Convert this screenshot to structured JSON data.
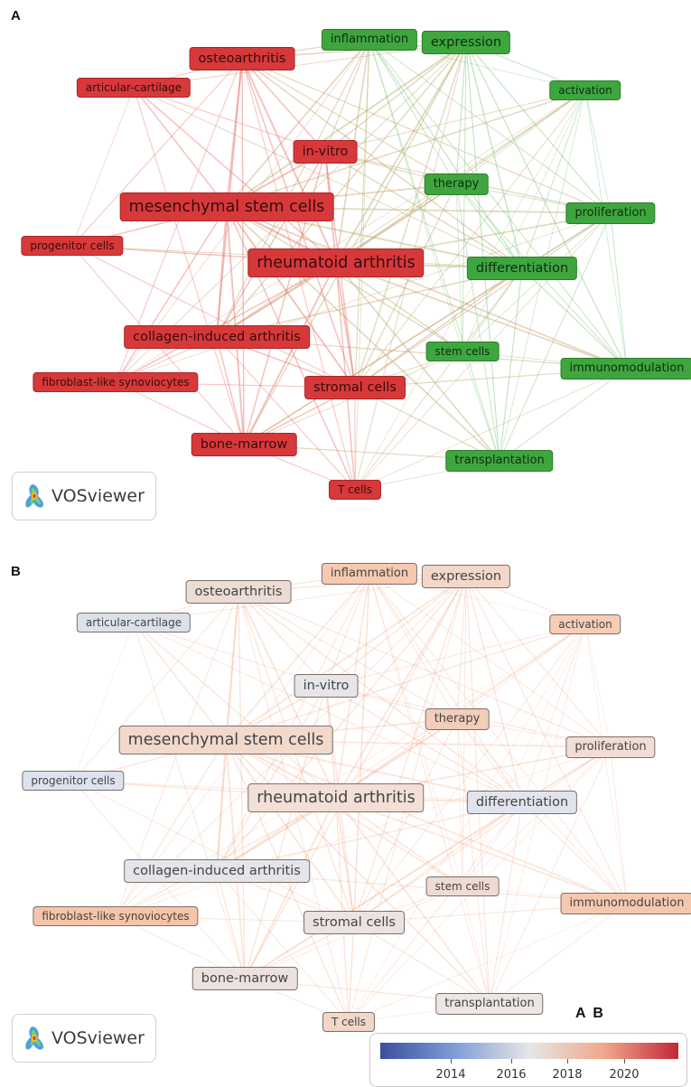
{
  "panel_a": {
    "label": "A"
  },
  "panel_b": {
    "label": "B"
  },
  "brand": {
    "name": "VOSviewer",
    "icon": "vosviewer-logo-icon"
  },
  "legend": {
    "ticks": [
      "2014",
      "2016",
      "2018",
      "2020"
    ],
    "corner_label": "A B"
  },
  "colors": {
    "cluster_red": "#d7393b",
    "cluster_green": "#3fa63f",
    "edge_red": "#e8706a",
    "edge_green": "#7fc47a",
    "overlay_orange": "#f2a482",
    "overlay_neutral": "#e4e4e4",
    "overlay_blue": "#c7cfe4"
  },
  "nodes": [
    {
      "id": "inflammation",
      "label": "inflammation",
      "cluster": "green",
      "weight": 2,
      "overlay": "#f6c9b1"
    },
    {
      "id": "expression",
      "label": "expression",
      "cluster": "green",
      "weight": 3,
      "overlay": "#f3d8ca"
    },
    {
      "id": "osteoarthritis",
      "label": "osteoarthritis",
      "cluster": "red",
      "weight": 3,
      "overlay": "#ecdcd6"
    },
    {
      "id": "articular-cartilage",
      "label": "articular-cartilage",
      "cluster": "red",
      "weight": 1,
      "overlay": "#dde1ea"
    },
    {
      "id": "activation",
      "label": "activation",
      "cluster": "green",
      "weight": 1,
      "overlay": "#f7cdb5"
    },
    {
      "id": "in-vitro",
      "label": "in-vitro",
      "cluster": "red",
      "weight": 3,
      "overlay": "#e6e6e9"
    },
    {
      "id": "therapy",
      "label": "therapy",
      "cluster": "green",
      "weight": 2,
      "overlay": "#f2cdb9"
    },
    {
      "id": "mesenchymal-stem-cells",
      "label": "mesenchymal stem cells",
      "cluster": "red",
      "weight": 5,
      "overlay": "#f3d9cc"
    },
    {
      "id": "proliferation",
      "label": "proliferation",
      "cluster": "green",
      "weight": 2,
      "overlay": "#f1ddd3"
    },
    {
      "id": "progenitor-cells",
      "label": "progenitor cells",
      "cluster": "red",
      "weight": 1,
      "overlay": "#dde3ee"
    },
    {
      "id": "rheumatoid-arthritis",
      "label": "rheumatoid arthritis",
      "cluster": "red",
      "weight": 5,
      "overlay": "#f2e0d8"
    },
    {
      "id": "differentiation",
      "label": "differentiation",
      "cluster": "green",
      "weight": 3,
      "overlay": "#e1e4ec"
    },
    {
      "id": "collagen-induced-arthritis",
      "label": "collagen-induced arthritis",
      "cluster": "red",
      "weight": 3,
      "overlay": "#e3e5eb"
    },
    {
      "id": "stem-cells",
      "label": "stem cells",
      "cluster": "green",
      "weight": 1,
      "overlay": "#efdbd2"
    },
    {
      "id": "immunomodulation",
      "label": "immunomodulation",
      "cluster": "green",
      "weight": 2,
      "overlay": "#f5c8ae"
    },
    {
      "id": "fibroblast-like-synoviocytes",
      "label": "fibroblast-like synoviocytes",
      "cluster": "red",
      "weight": 1,
      "overlay": "#f6c4a8"
    },
    {
      "id": "stromal-cells",
      "label": "stromal cells",
      "cluster": "red",
      "weight": 3,
      "overlay": "#ebe3e0"
    },
    {
      "id": "bone-marrow",
      "label": "bone-marrow",
      "cluster": "red",
      "weight": 3,
      "overlay": "#ebe2df"
    },
    {
      "id": "transplantation",
      "label": "transplantation",
      "cluster": "green",
      "weight": 2,
      "overlay": "#ece6e4"
    },
    {
      "id": "t-cells",
      "label": "T cells",
      "cluster": "red",
      "weight": 1,
      "overlay": "#f2d6c8"
    }
  ],
  "edges": [
    [
      "rheumatoid-arthritis",
      "mesenchymal-stem-cells"
    ],
    [
      "rheumatoid-arthritis",
      "osteoarthritis"
    ],
    [
      "rheumatoid-arthritis",
      "in-vitro"
    ],
    [
      "rheumatoid-arthritis",
      "collagen-induced-arthritis"
    ],
    [
      "rheumatoid-arthritis",
      "stromal-cells"
    ],
    [
      "rheumatoid-arthritis",
      "bone-marrow"
    ],
    [
      "rheumatoid-arthritis",
      "t-cells"
    ],
    [
      "rheumatoid-arthritis",
      "expression"
    ],
    [
      "rheumatoid-arthritis",
      "inflammation"
    ],
    [
      "rheumatoid-arthritis",
      "differentiation"
    ],
    [
      "rheumatoid-arthritis",
      "therapy"
    ],
    [
      "rheumatoid-arthritis",
      "proliferation"
    ],
    [
      "rheumatoid-arthritis",
      "activation"
    ],
    [
      "rheumatoid-arthritis",
      "stem-cells"
    ],
    [
      "rheumatoid-arthritis",
      "immunomodulation"
    ],
    [
      "rheumatoid-arthritis",
      "transplantation"
    ],
    [
      "rheumatoid-arthritis",
      "progenitor-cells"
    ],
    [
      "rheumatoid-arthritis",
      "fibroblast-like-synoviocytes"
    ],
    [
      "rheumatoid-arthritis",
      "articular-cartilage"
    ],
    [
      "mesenchymal-stem-cells",
      "osteoarthritis"
    ],
    [
      "mesenchymal-stem-cells",
      "in-vitro"
    ],
    [
      "mesenchymal-stem-cells",
      "collagen-induced-arthritis"
    ],
    [
      "mesenchymal-stem-cells",
      "stromal-cells"
    ],
    [
      "mesenchymal-stem-cells",
      "bone-marrow"
    ],
    [
      "mesenchymal-stem-cells",
      "t-cells"
    ],
    [
      "mesenchymal-stem-cells",
      "expression"
    ],
    [
      "mesenchymal-stem-cells",
      "inflammation"
    ],
    [
      "mesenchymal-stem-cells",
      "differentiation"
    ],
    [
      "mesenchymal-stem-cells",
      "therapy"
    ],
    [
      "mesenchymal-stem-cells",
      "proliferation"
    ],
    [
      "mesenchymal-stem-cells",
      "activation"
    ],
    [
      "mesenchymal-stem-cells",
      "stem-cells"
    ],
    [
      "mesenchymal-stem-cells",
      "immunomodulation"
    ],
    [
      "mesenchymal-stem-cells",
      "transplantation"
    ],
    [
      "mesenchymal-stem-cells",
      "progenitor-cells"
    ],
    [
      "mesenchymal-stem-cells",
      "articular-cartilage"
    ],
    [
      "mesenchymal-stem-cells",
      "fibroblast-like-synoviocytes"
    ],
    [
      "osteoarthritis",
      "in-vitro"
    ],
    [
      "osteoarthritis",
      "articular-cartilage"
    ],
    [
      "osteoarthritis",
      "bone-marrow"
    ],
    [
      "osteoarthritis",
      "stromal-cells"
    ],
    [
      "osteoarthritis",
      "collagen-induced-arthritis"
    ],
    [
      "osteoarthritis",
      "expression"
    ],
    [
      "osteoarthritis",
      "inflammation"
    ],
    [
      "osteoarthritis",
      "differentiation"
    ],
    [
      "osteoarthritis",
      "therapy"
    ],
    [
      "osteoarthritis",
      "progenitor-cells"
    ],
    [
      "osteoarthritis",
      "fibroblast-like-synoviocytes"
    ],
    [
      "osteoarthritis",
      "proliferation"
    ],
    [
      "osteoarthritis",
      "t-cells"
    ],
    [
      "in-vitro",
      "expression"
    ],
    [
      "in-vitro",
      "differentiation"
    ],
    [
      "in-vitro",
      "stromal-cells"
    ],
    [
      "in-vitro",
      "bone-marrow"
    ],
    [
      "in-vitro",
      "proliferation"
    ],
    [
      "in-vitro",
      "collagen-induced-arthritis"
    ],
    [
      "in-vitro",
      "inflammation"
    ],
    [
      "in-vitro",
      "therapy"
    ],
    [
      "in-vitro",
      "activation"
    ],
    [
      "collagen-induced-arthritis",
      "stromal-cells"
    ],
    [
      "collagen-induced-arthritis",
      "bone-marrow"
    ],
    [
      "collagen-induced-arthritis",
      "t-cells"
    ],
    [
      "collagen-induced-arthritis",
      "fibroblast-like-synoviocytes"
    ],
    [
      "collagen-induced-arthritis",
      "expression"
    ],
    [
      "collagen-induced-arthritis",
      "inflammation"
    ],
    [
      "collagen-induced-arthritis",
      "therapy"
    ],
    [
      "collagen-induced-arthritis",
      "differentiation"
    ],
    [
      "collagen-induced-arthritis",
      "activation"
    ],
    [
      "collagen-induced-arthritis",
      "immunomodulation"
    ],
    [
      "stromal-cells",
      "bone-marrow"
    ],
    [
      "stromal-cells",
      "t-cells"
    ],
    [
      "stromal-cells",
      "expression"
    ],
    [
      "stromal-cells",
      "differentiation"
    ],
    [
      "stromal-cells",
      "inflammation"
    ],
    [
      "stromal-cells",
      "proliferation"
    ],
    [
      "stromal-cells",
      "immunomodulation"
    ],
    [
      "stromal-cells",
      "transplantation"
    ],
    [
      "stromal-cells",
      "activation"
    ],
    [
      "stromal-cells",
      "therapy"
    ],
    [
      "stromal-cells",
      "stem-cells"
    ],
    [
      "stromal-cells",
      "fibroblast-like-synoviocytes"
    ],
    [
      "bone-marrow",
      "t-cells"
    ],
    [
      "bone-marrow",
      "transplantation"
    ],
    [
      "bone-marrow",
      "progenitor-cells"
    ],
    [
      "bone-marrow",
      "differentiation"
    ],
    [
      "bone-marrow",
      "expression"
    ],
    [
      "bone-marrow",
      "proliferation"
    ],
    [
      "bone-marrow",
      "stem-cells"
    ],
    [
      "bone-marrow",
      "fibroblast-like-synoviocytes"
    ],
    [
      "bone-marrow",
      "articular-cartilage"
    ],
    [
      "t-cells",
      "expression"
    ],
    [
      "t-cells",
      "activation"
    ],
    [
      "t-cells",
      "proliferation"
    ],
    [
      "t-cells",
      "immunomodulation"
    ],
    [
      "t-cells",
      "transplantation"
    ],
    [
      "t-cells",
      "inflammation"
    ],
    [
      "t-cells",
      "differentiation"
    ],
    [
      "progenitor-cells",
      "differentiation"
    ],
    [
      "progenitor-cells",
      "stromal-cells"
    ],
    [
      "progenitor-cells",
      "articular-cartilage"
    ],
    [
      "fibroblast-like-synoviocytes",
      "inflammation"
    ],
    [
      "fibroblast-like-synoviocytes",
      "expression"
    ],
    [
      "fibroblast-like-synoviocytes",
      "activation"
    ],
    [
      "fibroblast-like-synoviocytes",
      "proliferation"
    ],
    [
      "articular-cartilage",
      "differentiation"
    ],
    [
      "articular-cartilage",
      "expression"
    ],
    [
      "articular-cartilage",
      "in-vitro"
    ],
    [
      "expression",
      "inflammation"
    ],
    [
      "expression",
      "activation"
    ],
    [
      "expression",
      "therapy"
    ],
    [
      "expression",
      "proliferation"
    ],
    [
      "expression",
      "differentiation"
    ],
    [
      "expression",
      "stem-cells"
    ],
    [
      "expression",
      "immunomodulation"
    ],
    [
      "expression",
      "transplantation"
    ],
    [
      "inflammation",
      "activation"
    ],
    [
      "inflammation",
      "therapy"
    ],
    [
      "inflammation",
      "proliferation"
    ],
    [
      "inflammation",
      "differentiation"
    ],
    [
      "inflammation",
      "stem-cells"
    ],
    [
      "inflammation",
      "immunomodulation"
    ],
    [
      "inflammation",
      "transplantation"
    ],
    [
      "activation",
      "proliferation"
    ],
    [
      "activation",
      "differentiation"
    ],
    [
      "activation",
      "immunomodulation"
    ],
    [
      "activation",
      "therapy"
    ],
    [
      "activation",
      "stem-cells"
    ],
    [
      "activation",
      "transplantation"
    ],
    [
      "therapy",
      "proliferation"
    ],
    [
      "therapy",
      "differentiation"
    ],
    [
      "therapy",
      "stem-cells"
    ],
    [
      "therapy",
      "immunomodulation"
    ],
    [
      "therapy",
      "transplantation"
    ],
    [
      "proliferation",
      "differentiation"
    ],
    [
      "proliferation",
      "stem-cells"
    ],
    [
      "proliferation",
      "immunomodulation"
    ],
    [
      "proliferation",
      "transplantation"
    ],
    [
      "differentiation",
      "stem-cells"
    ],
    [
      "differentiation",
      "immunomodulation"
    ],
    [
      "differentiation",
      "transplantation"
    ],
    [
      "stem-cells",
      "immunomodulation"
    ],
    [
      "stem-cells",
      "transplantation"
    ],
    [
      "immunomodulation",
      "transplantation"
    ]
  ]
}
